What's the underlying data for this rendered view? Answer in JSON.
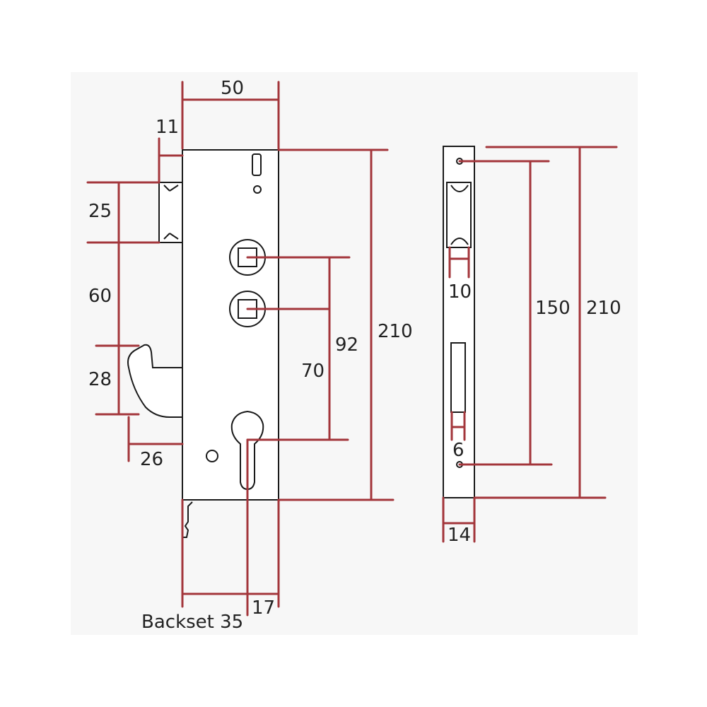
{
  "colors": {
    "dimension_line": "#a3363b",
    "outline": "#1a1a1a",
    "panel": "#f7f7f7"
  },
  "front": {
    "width": "50",
    "faceplate_offset": "11",
    "latch_height": "25",
    "latch_to_hook": "60",
    "hook_height": "28",
    "hook_projection": "26",
    "spindle_spacing": "70",
    "spindle_to_cylinder": "92",
    "height": "210",
    "cylinder_offset": "17",
    "backset": "Backset 35"
  },
  "side": {
    "slot_width": "10",
    "screw_spacing": "150",
    "height": "210",
    "hook_slot": "6",
    "thickness": "14"
  }
}
